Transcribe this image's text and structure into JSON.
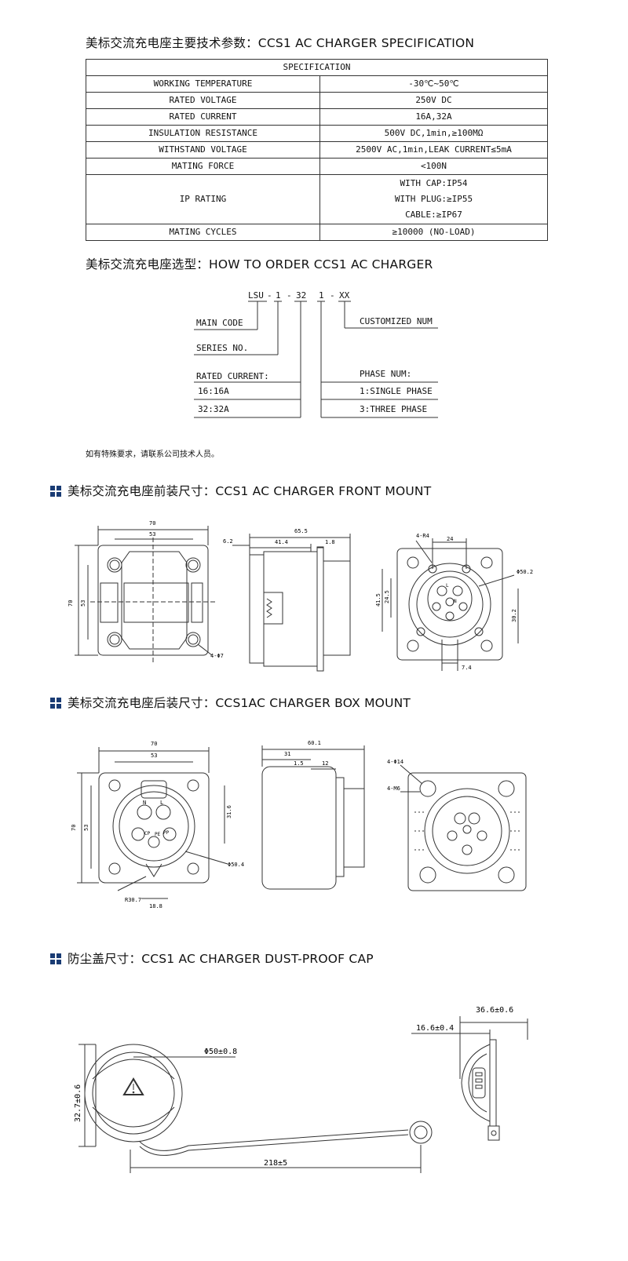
{
  "spec_heading": "美标交流充电座主要技术参数：CCS1 AC CHARGER SPECIFICATION",
  "spec_table": {
    "header": "SPECIFICATION",
    "rows": [
      {
        "param": "WORKING TEMPERATURE",
        "value": "-30℃~50℃"
      },
      {
        "param": "RATED VOLTAGE",
        "value": "250V DC"
      },
      {
        "param": "RATED CURRENT",
        "value": "16A,32A"
      },
      {
        "param": "INSULATION RESISTANCE",
        "value": "500V DC,1min,≥100MΩ"
      },
      {
        "param": "WITHSTAND VOLTAGE",
        "value": "2500V AC,1min,LEAK CURRENT≤5mA"
      },
      {
        "param": "MATING FORCE",
        "value": "<100N"
      }
    ],
    "ip_rating": {
      "param": "IP RATING",
      "values": [
        "WITH CAP:IP54",
        "WITH PLUG:≥IP55",
        "CABLE:≥IP67"
      ]
    },
    "mating_cycles": {
      "param": "MATING CYCLES",
      "value": "≥10000 (NO-LOAD)"
    }
  },
  "order_heading": "美标交流充电座选型：HOW TO ORDER CCS1 AC CHARGER",
  "order_code": {
    "parts": [
      "LSU",
      "-",
      "1",
      "-",
      "32",
      "1",
      "-",
      "XX"
    ],
    "main_code": "MAIN CODE",
    "series_no": "SERIES NO.",
    "rated_current": "RATED CURRENT:",
    "rc_16": "16:16A",
    "rc_32": "32:32A",
    "customized": "CUSTOMIZED NUM",
    "phase_num": "PHASE NUM:",
    "single": "1:SINGLE PHASE",
    "three": "3:THREE PHASE"
  },
  "note": "如有特殊要求，请联系公司技术人员。",
  "front_heading": "美标交流充电座前装尺寸：CCS1 AC CHARGER FRONT MOUNT",
  "front_dims": {
    "w_outer": "70",
    "w_inner": "53",
    "h_outer": "70",
    "h_inner": "53",
    "hole": "4-Φ7",
    "depth": "65.5",
    "flange": "6.2",
    "body": "41.4",
    "gap": "1.8",
    "r4": "4-R4",
    "d24": "24",
    "phi": "Φ50.2",
    "v415": "41.5",
    "v245": "24.5",
    "v302": "30.2",
    "d74": "7.4"
  },
  "box_heading": "美标交流充电座后装尺寸：CCS1AC CHARGER BOX MOUNT",
  "box_dims": {
    "w_outer": "70",
    "w_inner": "53",
    "h_outer": "70",
    "h_inner": "53",
    "v316": "31.6",
    "phi": "Φ50.4",
    "r307": "R30.7",
    "d188": "18.8",
    "depth": "60.1",
    "d31": "31",
    "d15": "1.5",
    "d12": "12",
    "holes14": "4-Φ14",
    "m6": "4-M6"
  },
  "cap_heading": "防尘盖尺寸：CCS1 AC CHARGER DUST-PROOF CAP",
  "cap_dims": {
    "phi": "Φ50±0.8",
    "h": "32.7±0.6",
    "len": "218±5",
    "d366": "36.6±0.6",
    "d166": "16.6±0.4"
  },
  "pins": {
    "n": "N",
    "l": "L",
    "cp": "CP",
    "pe": "PE",
    "pp": "PP"
  }
}
